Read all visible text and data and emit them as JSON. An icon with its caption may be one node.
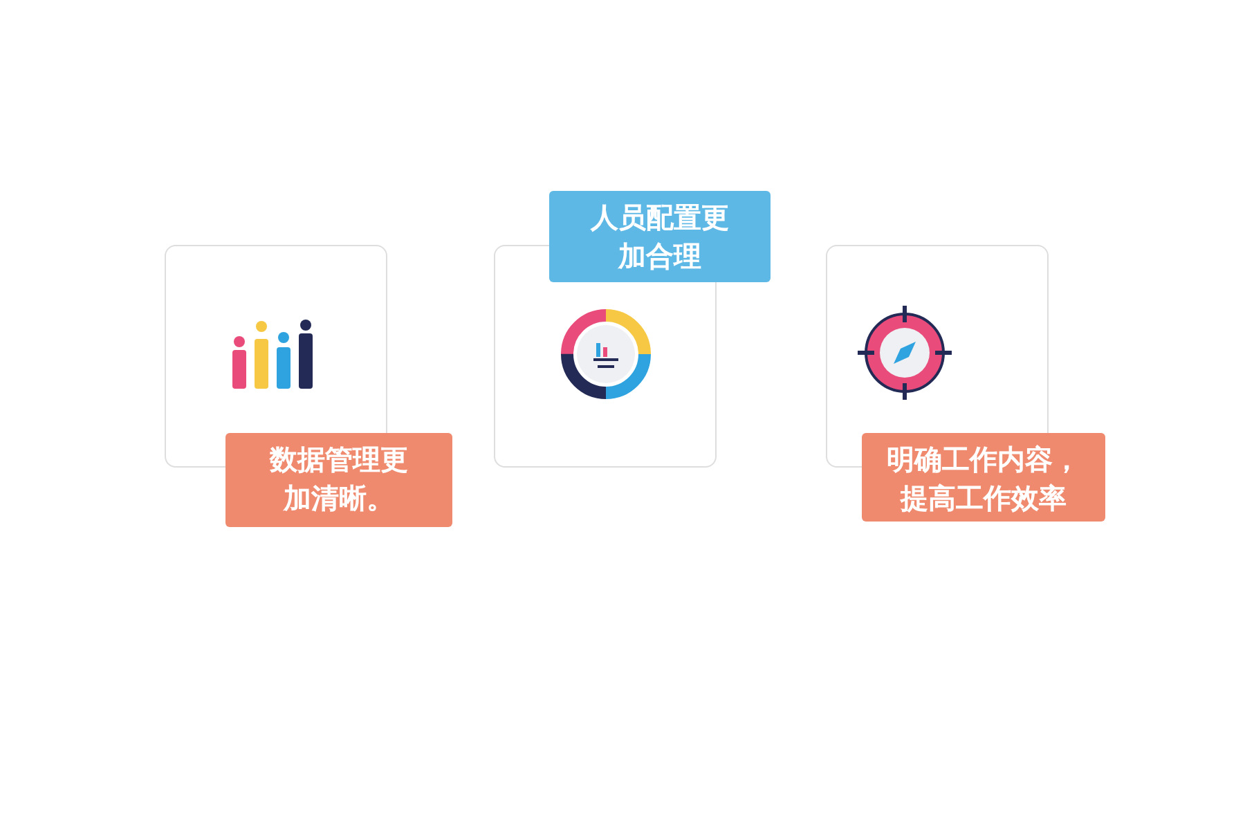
{
  "diagram": {
    "nodes": [
      {
        "text": [],
        "shape": "box"
      },
      {
        "text": [
          "数据管理更加清晰。"
        ]
      },
      {
        "text": [],
        "shape": "box"
      },
      {
        "text": [
          "人员配置更加合理"
        ]
      },
      {
        "text": [],
        "shape": "box"
      },
      {
        "text": [
          "明确工作内容，提高工作效率"
        ]
      }
    ]
  }
}
